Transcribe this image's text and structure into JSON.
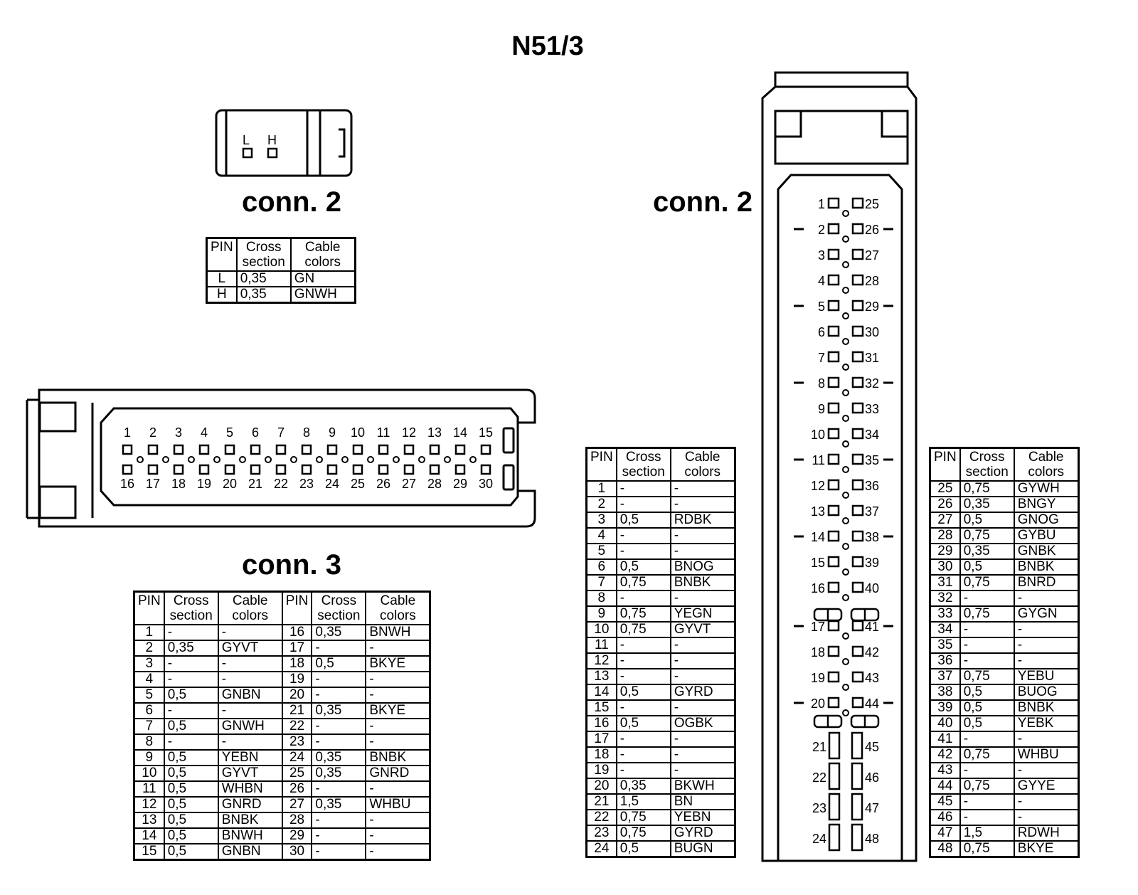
{
  "title": "N51/3",
  "headers": {
    "pin": "PIN",
    "cross": "Cross section",
    "cable": "Cable colors"
  },
  "connector_small": {
    "label": "conn. 2",
    "pin_letters": [
      "L",
      "H"
    ],
    "rows": [
      {
        "pin": "L",
        "cs": "0,35",
        "color": "GN"
      },
      {
        "pin": "H",
        "cs": "0,35",
        "color": "GNWH"
      }
    ]
  },
  "connector_3": {
    "label": "conn. 3",
    "rows": [
      {
        "pin": "1",
        "cs": "-",
        "color": "-",
        "pin2": "16",
        "cs2": "0,35",
        "color2": "BNWH"
      },
      {
        "pin": "2",
        "cs": "0,35",
        "color": "GYVT",
        "pin2": "17",
        "cs2": "-",
        "color2": "-"
      },
      {
        "pin": "3",
        "cs": "-",
        "color": "-",
        "pin2": "18",
        "cs2": "0,5",
        "color2": "BKYE"
      },
      {
        "pin": "4",
        "cs": "-",
        "color": "-",
        "pin2": "19",
        "cs2": "-",
        "color2": "-"
      },
      {
        "pin": "5",
        "cs": "0,5",
        "color": "GNBN",
        "pin2": "20",
        "cs2": "-",
        "color2": "-"
      },
      {
        "pin": "6",
        "cs": "-",
        "color": "-",
        "pin2": "21",
        "cs2": "0,35",
        "color2": "BKYE"
      },
      {
        "pin": "7",
        "cs": "0,5",
        "color": "GNWH",
        "pin2": "22",
        "cs2": "-",
        "color2": "-"
      },
      {
        "pin": "8",
        "cs": "-",
        "color": "-",
        "pin2": "23",
        "cs2": "-",
        "color2": "-"
      },
      {
        "pin": "9",
        "cs": "0,5",
        "color": "YEBN",
        "pin2": "24",
        "cs2": "0,35",
        "color2": "BNBK"
      },
      {
        "pin": "10",
        "cs": "0,5",
        "color": "GYVT",
        "pin2": "25",
        "cs2": "0,35",
        "color2": "GNRD"
      },
      {
        "pin": "11",
        "cs": "0,5",
        "color": "WHBN",
        "pin2": "26",
        "cs2": "-",
        "color2": "-"
      },
      {
        "pin": "12",
        "cs": "0,5",
        "color": "GNRD",
        "pin2": "27",
        "cs2": "0,35",
        "color2": "WHBU"
      },
      {
        "pin": "13",
        "cs": "0,5",
        "color": "BNBK",
        "pin2": "28",
        "cs2": "-",
        "color2": "-"
      },
      {
        "pin": "14",
        "cs": "0,5",
        "color": "BNWH",
        "pin2": "29",
        "cs2": "-",
        "color2": "-"
      },
      {
        "pin": "15",
        "cs": "0,5",
        "color": "GNBN",
        "pin2": "30",
        "cs2": "-",
        "color2": "-"
      }
    ]
  },
  "connector_large": {
    "label": "conn. 2",
    "rows_left": [
      {
        "pin": "1",
        "cs": "-",
        "color": "-"
      },
      {
        "pin": "2",
        "cs": "-",
        "color": "-"
      },
      {
        "pin": "3",
        "cs": "0,5",
        "color": "RDBK"
      },
      {
        "pin": "4",
        "cs": "-",
        "color": "-"
      },
      {
        "pin": "5",
        "cs": "-",
        "color": "-"
      },
      {
        "pin": "6",
        "cs": "0,5",
        "color": "BNOG"
      },
      {
        "pin": "7",
        "cs": "0,75",
        "color": "BNBK"
      },
      {
        "pin": "8",
        "cs": "-",
        "color": "-"
      },
      {
        "pin": "9",
        "cs": "0,75",
        "color": "YEGN"
      },
      {
        "pin": "10",
        "cs": "0,75",
        "color": "GYVT"
      },
      {
        "pin": "11",
        "cs": "-",
        "color": "-"
      },
      {
        "pin": "12",
        "cs": "-",
        "color": "-"
      },
      {
        "pin": "13",
        "cs": "-",
        "color": "-"
      },
      {
        "pin": "14",
        "cs": "0,5",
        "color": "GYRD"
      },
      {
        "pin": "15",
        "cs": "-",
        "color": "-"
      },
      {
        "pin": "16",
        "cs": "0,5",
        "color": "OGBK"
      },
      {
        "pin": "17",
        "cs": "-",
        "color": "-"
      },
      {
        "pin": "18",
        "cs": "-",
        "color": "-"
      },
      {
        "pin": "19",
        "cs": "-",
        "color": "-"
      },
      {
        "pin": "20",
        "cs": "0,35",
        "color": "BKWH"
      },
      {
        "pin": "21",
        "cs": "1,5",
        "color": "BN"
      },
      {
        "pin": "22",
        "cs": "0,75",
        "color": "YEBN"
      },
      {
        "pin": "23",
        "cs": "0,75",
        "color": "GYRD"
      },
      {
        "pin": "24",
        "cs": "0,5",
        "color": "BUGN"
      }
    ],
    "rows_right": [
      {
        "pin": "25",
        "cs": "0,75",
        "color": "GYWH"
      },
      {
        "pin": "26",
        "cs": "0,35",
        "color": "BNGY"
      },
      {
        "pin": "27",
        "cs": "0,5",
        "color": "GNOG"
      },
      {
        "pin": "28",
        "cs": "0,75",
        "color": "GYBU"
      },
      {
        "pin": "29",
        "cs": "0,35",
        "color": "GNBK"
      },
      {
        "pin": "30",
        "cs": "0,5",
        "color": "BNBK"
      },
      {
        "pin": "31",
        "cs": "0,75",
        "color": "BNRD"
      },
      {
        "pin": "32",
        "cs": "-",
        "color": "-"
      },
      {
        "pin": "33",
        "cs": "0,75",
        "color": "GYGN"
      },
      {
        "pin": "34",
        "cs": "-",
        "color": "-"
      },
      {
        "pin": "35",
        "cs": "-",
        "color": "-"
      },
      {
        "pin": "36",
        "cs": "-",
        "color": "-"
      },
      {
        "pin": "37",
        "cs": "0,75",
        "color": "YEBU"
      },
      {
        "pin": "38",
        "cs": "0,5",
        "color": "BUOG"
      },
      {
        "pin": "39",
        "cs": "0,5",
        "color": "BNBK"
      },
      {
        "pin": "40",
        "cs": "0,5",
        "color": "YEBK"
      },
      {
        "pin": "41",
        "cs": "-",
        "color": "-"
      },
      {
        "pin": "42",
        "cs": "0,75",
        "color": "WHBU"
      },
      {
        "pin": "43",
        "cs": "-",
        "color": "-"
      },
      {
        "pin": "44",
        "cs": "0,75",
        "color": "GYYE"
      },
      {
        "pin": "45",
        "cs": "-",
        "color": "-"
      },
      {
        "pin": "46",
        "cs": "-",
        "color": "-"
      },
      {
        "pin": "47",
        "cs": "1,5",
        "color": "RDWH"
      },
      {
        "pin": "48",
        "cs": "0,75",
        "color": "BKYE"
      }
    ]
  }
}
